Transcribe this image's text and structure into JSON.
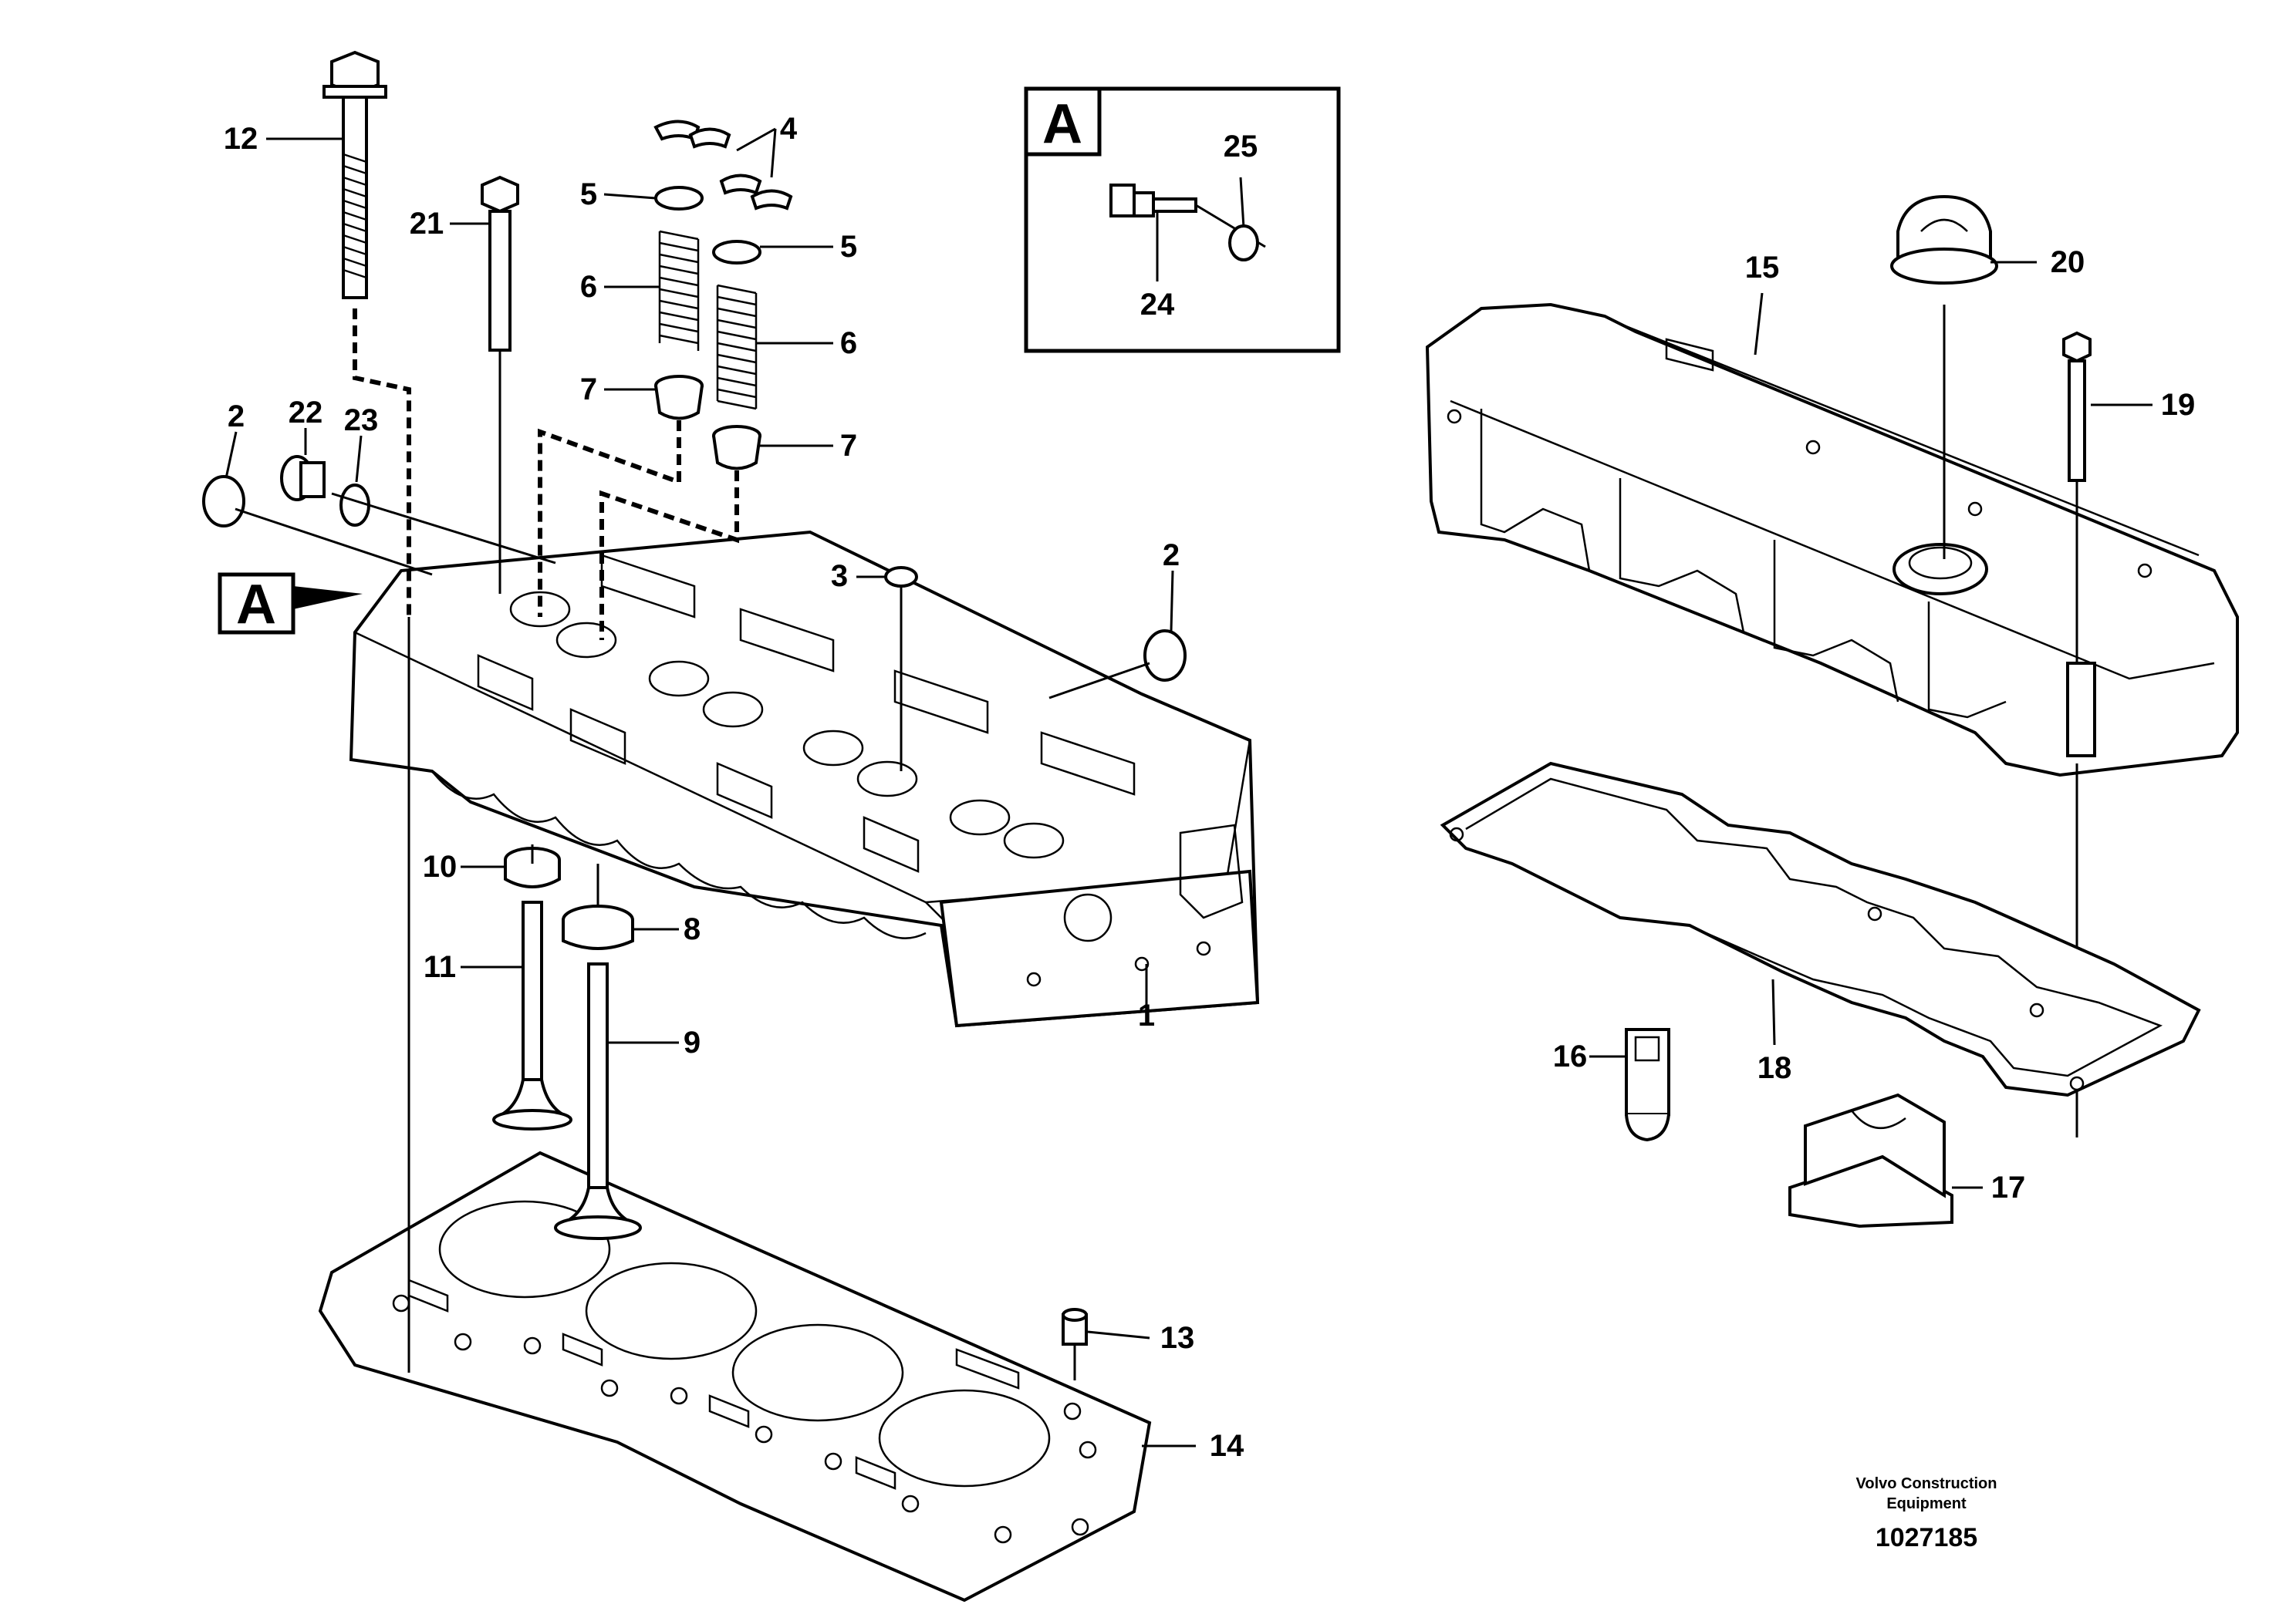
{
  "callouts": [
    "12",
    "21",
    "5",
    "4",
    "6",
    "7",
    "2",
    "22",
    "23",
    "3",
    "10",
    "8",
    "11",
    "9",
    "1",
    "13",
    "14",
    "25",
    "24",
    "15",
    "20",
    "19",
    "16",
    "18",
    "17"
  ],
  "view_marker": "A",
  "footer": {
    "company_line1": "Volvo Construction",
    "company_line2": "Equipment",
    "drawing_number": "1027185"
  }
}
